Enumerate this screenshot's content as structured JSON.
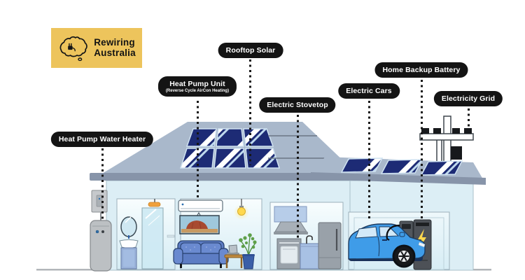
{
  "logo": {
    "brand": "Rewiring Australia",
    "line1": "Rewiring",
    "line2": "Australia",
    "background": "#EDC45C",
    "icon": "australia-plug-icon"
  },
  "callouts": [
    {
      "id": "heat-pump-water-heater",
      "label": "Heat Pump Water Heater"
    },
    {
      "id": "heat-pump-unit",
      "label": "Heat Pump Unit",
      "sublabel": "(Reverse Cycle AirCon Heating)"
    },
    {
      "id": "rooftop-solar",
      "label": "Rooftop Solar"
    },
    {
      "id": "electric-stovetop",
      "label": "Electric Stovetop"
    },
    {
      "id": "electric-cars",
      "label": "Electric Cars"
    },
    {
      "id": "home-backup-battery",
      "label": "Home Backup Battery"
    },
    {
      "id": "electricity-grid",
      "label": "Electricity Grid"
    }
  ],
  "colors": {
    "callout_bg": "#141414",
    "callout_text": "#FFFFFF",
    "logo_bg": "#EDC45C",
    "roof": "#A9B8CB",
    "roof_fascia": "#8794A9",
    "solar_panel_navy": "#1D2B75",
    "solar_panel_frame": "#CFE2F1",
    "wall": "#DCEEF5",
    "car_blue": "#3F9CE8",
    "battery_gray": "#4D5157",
    "bolt_yellow": "#FFD84D",
    "wood": "#C08A3E"
  },
  "scene_items": [
    "rooftop-solar-panels",
    "heat-pump-water-heater-unit",
    "heat-pump-aircon-unit",
    "electric-stove-oven",
    "range-hood",
    "refrigerator",
    "kitchen-sink",
    "electric-car",
    "ev-charger",
    "home-backup-battery-unit",
    "power-pole",
    "sofa",
    "uluru-painting",
    "pendant-light",
    "potted-plant",
    "side-table",
    "laptop",
    "mirror",
    "bathroom-sink",
    "shower",
    "ground-line"
  ]
}
